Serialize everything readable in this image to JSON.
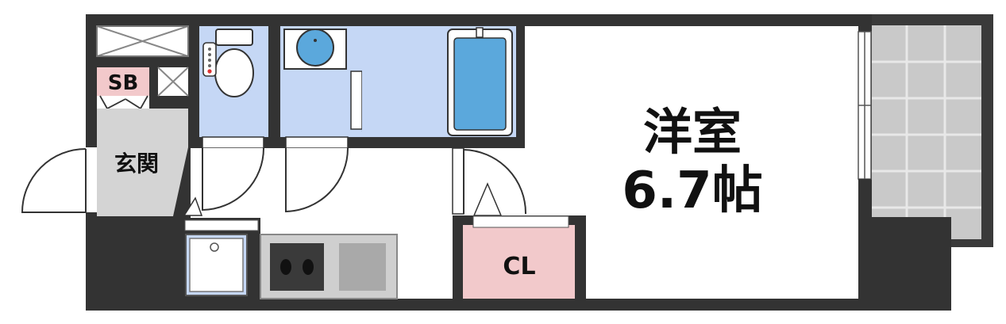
{
  "rooms": {
    "western_room": {
      "name": "洋室",
      "size": "6.7帖"
    },
    "entrance": {
      "name": "玄関"
    },
    "shoe_box": {
      "name": "SB"
    },
    "closet": {
      "name": "CL"
    }
  },
  "colors": {
    "wall": "#333333",
    "wet_area": "#c5d7f5",
    "entrance_floor": "#d4d4d4",
    "shoe_box": "#f2c9cb",
    "closet": "#f2c9cb",
    "balcony": "#c9c9c9",
    "balcony_grid": "#e8e8e8",
    "kitchen_counter": "#cfcfcf",
    "bathtub": "#5ba8dc"
  },
  "icons": [
    "toilet-icon",
    "washbasin-icon",
    "bathtub-icon",
    "washing-machine-pan-icon",
    "stove-icon",
    "sink-icon"
  ]
}
